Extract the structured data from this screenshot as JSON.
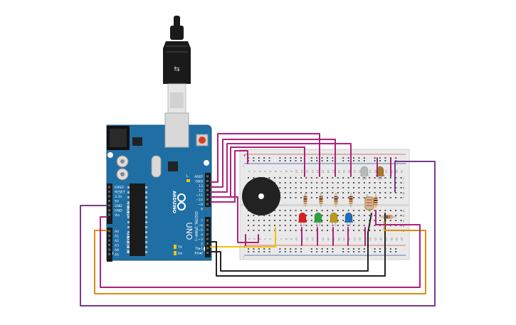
{
  "canvas": {
    "background": "#ffffff"
  },
  "board": {
    "brand": "ARDUINO",
    "model": "UNO",
    "digital_header_label": "DIGITAL (PWM~)",
    "power_header_label": "POWER",
    "analog_header_label": "ANALOG IN",
    "led_label_l": "L",
    "led_label_tx": "TX",
    "led_label_rx": "RX",
    "top_pins": [
      "AREF",
      "GND",
      "13",
      "12",
      "~11",
      "~10",
      "~9",
      "8"
    ],
    "bottom_pins": [
      "7",
      "~6",
      "~5",
      "4",
      "~3",
      "2",
      "TX▸1",
      "RX◂0"
    ],
    "power_pins": [
      "IOREF",
      "RESET",
      "3.3V",
      "5V",
      "GND",
      "GND",
      "Vin"
    ],
    "analog_pins": [
      "A0",
      "A1",
      "A2",
      "A3",
      "A4",
      "A5"
    ],
    "color": "#1f6fa5",
    "border_color": "#155785"
  },
  "breadboard": {
    "column_numbers": [
      "1",
      "2",
      "3",
      "4",
      "5",
      "6",
      "7",
      "8",
      "9",
      "10",
      "11",
      "12",
      "13",
      "14",
      "15",
      "16",
      "17",
      "18",
      "19",
      "20",
      "21",
      "22",
      "23",
      "24",
      "25",
      "26",
      "27",
      "28",
      "29",
      "30"
    ],
    "row_letters_right": [
      "j",
      "i",
      "h",
      "g",
      "f",
      "e",
      "d",
      "c",
      "b",
      "a"
    ],
    "rail_plus": "+",
    "rail_minus": "-"
  },
  "components": {
    "leds": [
      {
        "name": "red",
        "color": "#d62020"
      },
      {
        "name": "green",
        "color": "#2fa040"
      },
      {
        "name": "yellow",
        "color": "#b89a1a"
      },
      {
        "name": "blue",
        "color": "#1e6fb8"
      }
    ],
    "top_leds": [
      {
        "name": "white",
        "color": "#b8b8b8"
      },
      {
        "name": "amber",
        "color": "#a67a2a"
      }
    ],
    "buzzer_color": "#222222",
    "usb_cable_color": "#1a1a1a"
  },
  "wires": {
    "magenta": "#b0207a",
    "purple": "#7a3a8c",
    "orange": "#e08a10",
    "yellow": "#f0c010",
    "black": "#222222"
  }
}
